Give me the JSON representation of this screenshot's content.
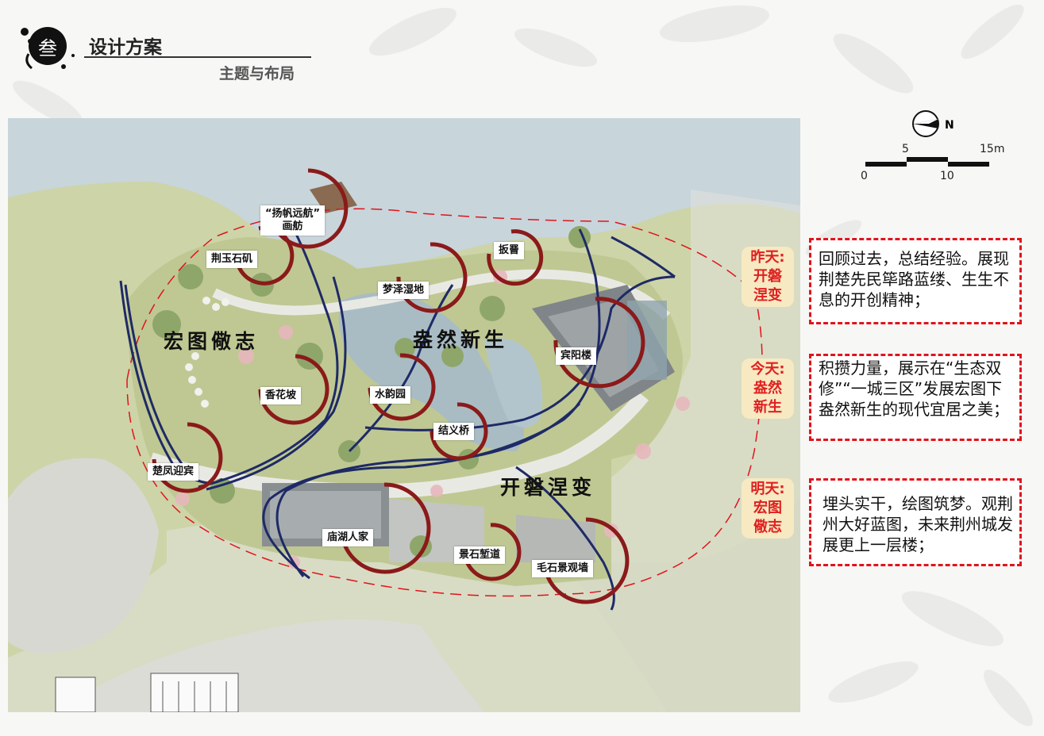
{
  "header": {
    "badge_glyph": "叁",
    "title": "设计方案",
    "subtitle": "主题与布局"
  },
  "plan": {
    "spots": [
      {
        "name": "“扬帆远航”",
        "name2": "画舫"
      },
      {
        "name": "荆玉石矶"
      },
      {
        "name": "扳罾"
      },
      {
        "name": "梦泽湿地"
      },
      {
        "name": "宾阳楼"
      },
      {
        "name": "香花坡"
      },
      {
        "name": "水韵园"
      },
      {
        "name": "结义桥"
      },
      {
        "name": "楚凤迎宾"
      },
      {
        "name": "庙湖人家"
      },
      {
        "name": "景石堑道"
      },
      {
        "name": "毛石景观墙"
      }
    ],
    "regions": [
      "宏图儆志",
      "盎然新生",
      "开磐涅变"
    ]
  },
  "compass": {
    "north": "N"
  },
  "scale": {
    "ticks_top": [
      "5",
      "15m"
    ],
    "ticks_bottom": [
      "0",
      "10"
    ]
  },
  "panels": [
    {
      "tag": [
        "昨天:",
        "开磐",
        "涅变"
      ],
      "text": "回顾过去，总结经验。展现荆楚先民筚路蓝缕、生生不息的开创精神；"
    },
    {
      "tag": [
        "今天:",
        "盎然",
        "新生"
      ],
      "text": "积攒力量，展示在“生态双修”“一城三区”发展宏图下盎然新生的现代宜居之美；"
    },
    {
      "tag": [
        "明天:",
        "宏图",
        "儆志"
      ],
      "text": "埋头实干，绘图筑梦。观荆州大好蓝图，未来荆州城发展更上一层楼；"
    }
  ],
  "colors": {
    "accent_red": "#e0141c",
    "ring_red": "#8b1a1a",
    "path_blue": "#1e2a66",
    "water": "#c9d6dc",
    "grass": "#cfd6a6"
  }
}
